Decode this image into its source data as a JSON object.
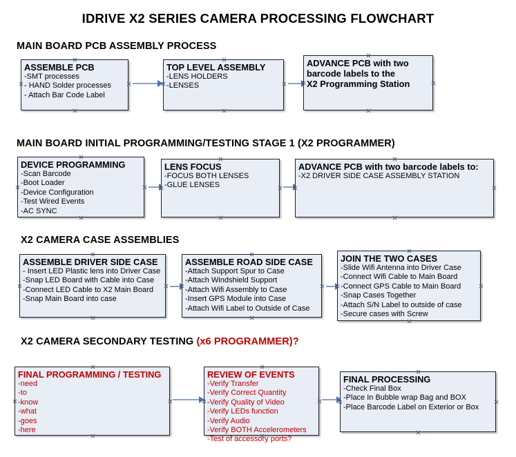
{
  "title": "IDRIVE X2  SERIES CAMERA PROCESSING FLOWCHART",
  "colors": {
    "node_fill": "#e8edf6",
    "node_border": "#1a1f2b",
    "accent_red": "#c00000",
    "connector": "#8ea2bd",
    "arrowhead": "#4a72b8"
  },
  "sections": [
    {
      "id": "main-board-pcb-assembly-process",
      "heading": "MAIN BOARD PCB ASSEMBLY PROCESS",
      "heading_suffix": "",
      "nodes": [
        {
          "id": "assemble-pcb",
          "header": "ASSEMBLE PCB",
          "items": [
            "-SMT processes",
            "- HAND Solder processes",
            "- Attach Bar Code Label"
          ]
        },
        {
          "id": "top-level-assembly",
          "header": "TOP LEVEL ASSEMBLY",
          "items": [
            "-LENS HOLDERS",
            "-LENSES"
          ]
        },
        {
          "id": "advance-pcb-to-programming-station",
          "header": "ADVANCE PCB with two",
          "items": [
            "barcode labels to the",
            " X2 Programming Station"
          ]
        }
      ]
    },
    {
      "id": "main-board-initial-programming-testing-stage-1",
      "heading": "MAIN BOARD INITIAL PROGRAMMING/TESTING STAGE 1 (X2 PROGRAMMER)",
      "heading_suffix": "",
      "nodes": [
        {
          "id": "device-programming",
          "header": "DEVICE PROGRAMMING",
          "items": [
            "-Scan Barcode",
            "-Boot Loader",
            "-Device Configuration",
            "-Test Wired Events",
            "-AC SYNC"
          ]
        },
        {
          "id": "lens-focus",
          "header": "LENS FOCUS",
          "items": [
            "-FOCUS BOTH LENSES",
            "-GLUE LENSES"
          ]
        },
        {
          "id": "advance-pcb-to-driver-side-case",
          "header": "ADVANCE PCB with two barcode labels to:",
          "items": [
            "-X2 DRIVER  SIDE  CASE  ASSEMBLY STATION"
          ]
        }
      ]
    },
    {
      "id": "x2-camera-case-assemblies",
      "heading": "X2 CAMERA CASE ASSEMBLIES",
      "heading_suffix": "",
      "nodes": [
        {
          "id": "assemble-driver-side-case",
          "header": "ASSEMBLE DRIVER SIDE CASE",
          "items": [
            "- Insert LED Plastic lens into Driver Case",
            "-Snap LED Board with Cable into Case",
            "-Connect LED Cable to X2 Main Board",
            "-Snap Main Board into case"
          ]
        },
        {
          "id": "assemble-road-side-case",
          "header": "ASSEMBLE ROAD SIDE CASE",
          "items": [
            "-Attach Support Spur to Case",
            "-Attach Windshield Support",
            "-Attach Wifi Assembly to Case",
            "-Insert GPS Module into Case",
            "-Attach Wifi Label to Outside of Case"
          ]
        },
        {
          "id": "join-the-two-cases",
          "header": "JOIN THE TWO CASES",
          "items": [
            "-Slide Wifi Antenna into Driver Case",
            "-Connect Wifi Cable to Main Board",
            "-Connect GPS Cable to Main Board",
            "-Snap Cases Together",
            "-Attach S/N Label to outside of case",
            "-Secure cases with Screw"
          ]
        }
      ]
    },
    {
      "id": "x2-camera-secondary-testing",
      "heading": "X2 CAMERA SECONDARY TESTING ",
      "heading_suffix": "(x6 PROGRAMMER)?",
      "nodes": [
        {
          "id": "final-programming-testing",
          "header": "FINAL PROGRAMMING / TESTING",
          "items": [
            "-need",
            "-to",
            "-know",
            "-what",
            "-goes",
            "-here"
          ]
        },
        {
          "id": "review-of-events",
          "header": "REVIEW OF EVENTS",
          "items": [
            "-Verify Transfer",
            "-Verify Correct Quantity",
            "-Verify Quality of Video",
            "-Verify LEDs function",
            "-Verify Audio",
            "-Verify BOTH Accelerometers",
            "-Test of accessory ports?"
          ]
        },
        {
          "id": "final-processing",
          "header": "FINAL PROCESSING",
          "items": [
            " -Check Final Box",
            "-Place In Bubble wrap Bag and BOX",
            "-Place Barcode Label on Exterior or Box"
          ]
        }
      ]
    }
  ]
}
